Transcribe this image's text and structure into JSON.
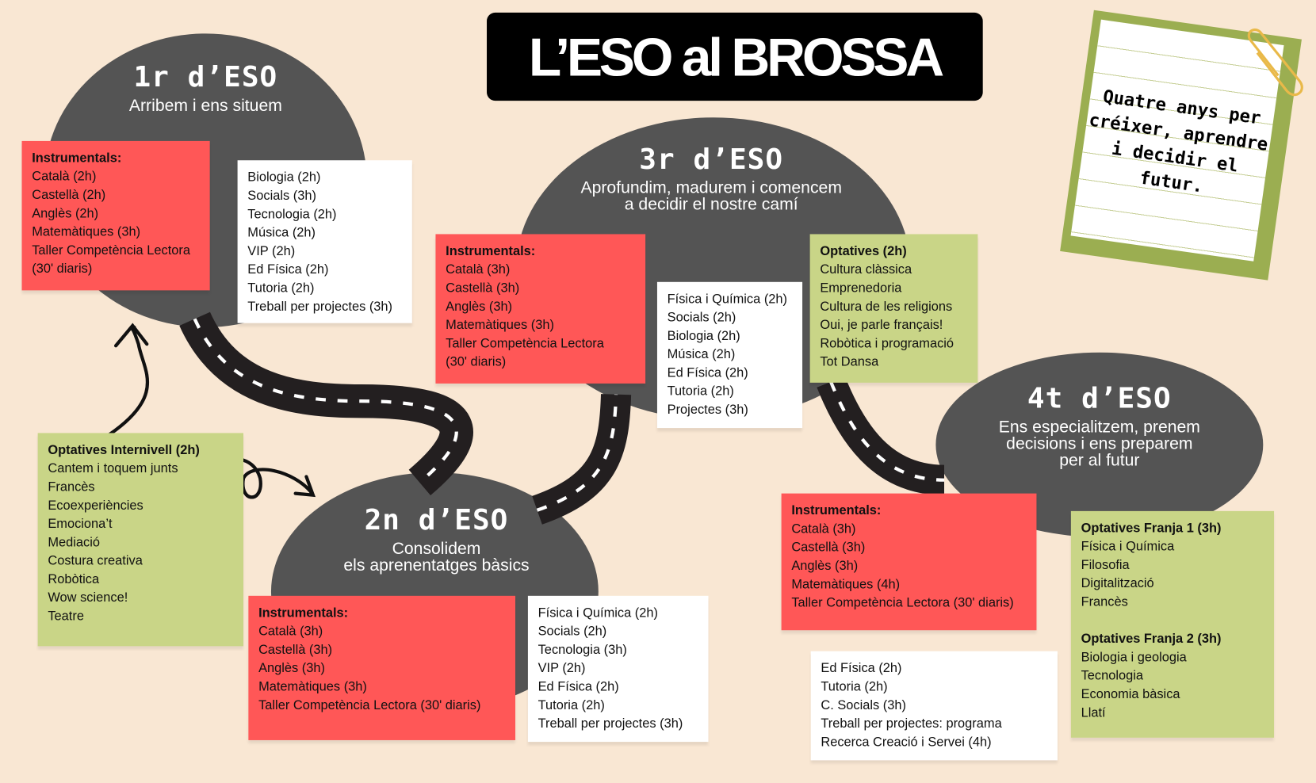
{
  "title": "L’ESO al BROSSA",
  "note": "Quatre anys per créixer, aprendre i decidir el futur.",
  "colors": {
    "background": "#f9e7d3",
    "circle": "#545454",
    "instrumentals": "#ff5757",
    "optatives": "#c9d587",
    "road": "#231f20"
  },
  "years": [
    {
      "heading": "1r d’ESO",
      "subtitle": "Arribem i ens situem",
      "instrumentals": {
        "title": "Instrumentals:",
        "items": [
          "Català (2h)",
          "Castellà (2h)",
          "Anglès (2h)",
          "Matemàtiques (3h)",
          "Taller Competència Lectora",
          "(30' diaris)"
        ]
      },
      "subjects": [
        "Biologia (2h)",
        "Socials (3h)",
        "Tecnologia (2h)",
        "Música (2h)",
        "VIP (2h)",
        "Ed  Física (2h)",
        "Tutoria (2h)",
        "Treball per projectes (3h)"
      ]
    },
    {
      "heading": "2n d’ESO",
      "subtitle": "Consolidem\nels aprenentatges bàsics",
      "instrumentals": {
        "title": "Instrumentals:",
        "items": [
          "Català (3h)",
          "Castellà (3h)",
          "Anglès (3h)",
          "Matemàtiques (3h)",
          "Taller Competència Lectora (30' diaris)"
        ]
      },
      "subjects": [
        "Física i Química (2h)",
        "Socials (2h)",
        "Tecnologia (3h)",
        "VIP (2h)",
        "Ed  Física (2h)",
        "Tutoria (2h)",
        "Treball per projectes (3h)"
      ]
    },
    {
      "heading": "3r d’ESO",
      "subtitle": "Aprofundim, madurem i comencem\na decidir el nostre camí",
      "instrumentals": {
        "title": "Instrumentals:",
        "items": [
          "Català (3h)",
          "Castellà (3h)",
          "Anglès (3h)",
          "Matemàtiques (3h)",
          "Taller Competència Lectora",
          "(30' diaris)"
        ]
      },
      "subjects": [
        "Física i Química (2h)",
        "Socials (2h)",
        "Biologia (2h)",
        "Música (2h)",
        "Ed  Física (2h)",
        "Tutoria (2h)",
        "Projectes (3h)"
      ],
      "optatives": {
        "title": "Optatives (2h)",
        "items": [
          "Cultura clàssica",
          "Emprenedoria",
          "Cultura de les religions",
          "Oui, je parle français!",
          "Robòtica i programació",
          "Tot Dansa"
        ]
      }
    },
    {
      "heading": "4t d’ESO",
      "subtitle": "Ens especialitzem, prenem\ndecisions i ens preparem\nper al futur",
      "instrumentals": {
        "title": "Instrumentals:",
        "items": [
          "Català (3h)",
          "Castellà (3h)",
          "Anglès (3h)",
          "Matemàtiques (4h)",
          "Taller Competència Lectora (30' diaris)"
        ]
      },
      "subjects": [
        "Ed  Física (2h)",
        "Tutoria (2h)",
        "C. Socials (3h)",
        "Treball per projectes: programa",
        "Recerca Creació i Servei (4h)"
      ],
      "franja1": {
        "title": "Optatives Franja 1 (3h)",
        "items": [
          "Física i Química",
          "Filosofia",
          "Digitalització",
          "Francès"
        ]
      },
      "franja2": {
        "title": "Optatives Franja 2 (3h)",
        "items": [
          "Biologia i geologia",
          "Tecnologia",
          "Economia bàsica",
          "Llatí"
        ]
      }
    }
  ],
  "internivell": {
    "title": "Optatives Internivell (2h)",
    "items": [
      "Cantem i toquem junts",
      "Francès",
      "Ecoexperiències",
      "Emociona’t",
      "Mediació",
      "Costura creativa",
      "Robòtica",
      "Wow science!",
      "Teatre"
    ]
  }
}
